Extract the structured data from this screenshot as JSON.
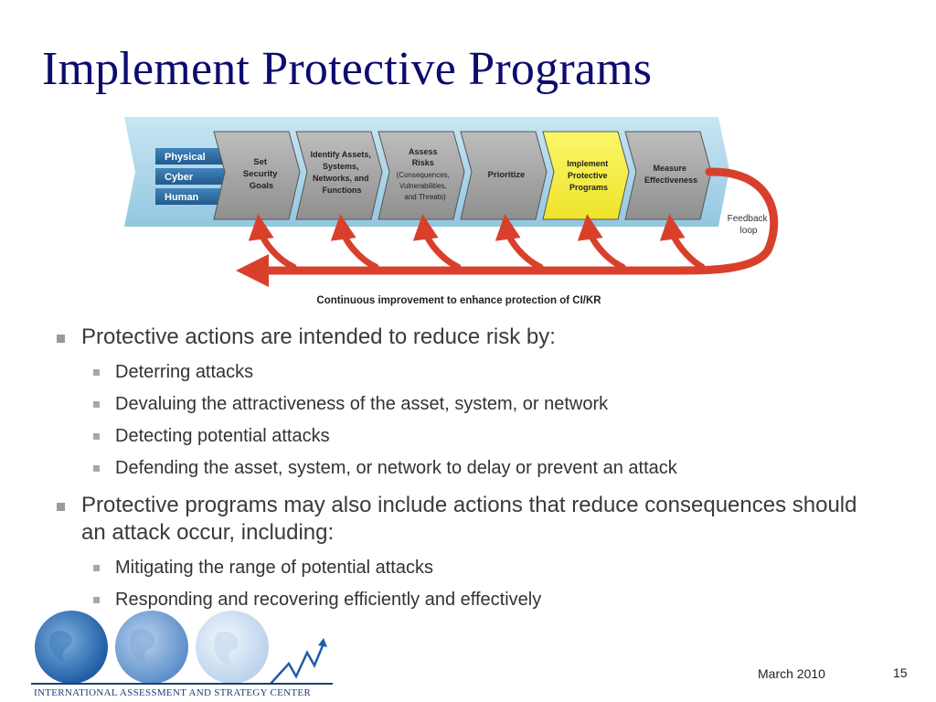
{
  "title": "Implement Protective Programs",
  "diagram": {
    "inputs": [
      "Physical",
      "Cyber",
      "Human"
    ],
    "steps": [
      {
        "lines": [
          "Set",
          "Security",
          "Goals"
        ],
        "highlight": false
      },
      {
        "lines": [
          "Identify Assets,",
          "Systems,",
          "Networks, and",
          "Functions"
        ],
        "highlight": false
      },
      {
        "lines": [
          "Assess",
          "Risks",
          "(Consequences,",
          "Vulnerabilities,",
          "and Threats)"
        ],
        "highlight": false
      },
      {
        "lines": [
          "Prioritize"
        ],
        "highlight": false
      },
      {
        "lines": [
          "Implement",
          "Protective",
          "Programs"
        ],
        "highlight": true
      },
      {
        "lines": [
          "Measure",
          "Effectiveness"
        ],
        "highlight": false
      }
    ],
    "feedback": [
      "Feedback",
      "loop"
    ],
    "caption": "Continuous improvement to enhance protection of CI/KR",
    "colors": {
      "band": "#aed6ea",
      "step": "#a9a9a9",
      "highlight": "#f5f03a",
      "input": "#2e6ea5",
      "arrow": "#d9402c"
    }
  },
  "bullets": [
    {
      "text": "Protective actions are intended to reduce risk by:",
      "sub": [
        "Deterring attacks",
        "Devaluing the attractiveness of the asset, system, or network",
        "Detecting potential attacks",
        "Defending the asset, system, or network to delay or prevent an attack"
      ]
    },
    {
      "text": "Protective programs may also include actions that reduce consequences should an attack occur, including:",
      "sub": [
        "Mitigating the range of potential attacks",
        "Responding and recovering efficiently and effectively"
      ]
    }
  ],
  "footer": {
    "date": "March 2010",
    "page": "15",
    "org": "INTERNATIONAL ASSESSMENT AND STRATEGY CENTER"
  }
}
